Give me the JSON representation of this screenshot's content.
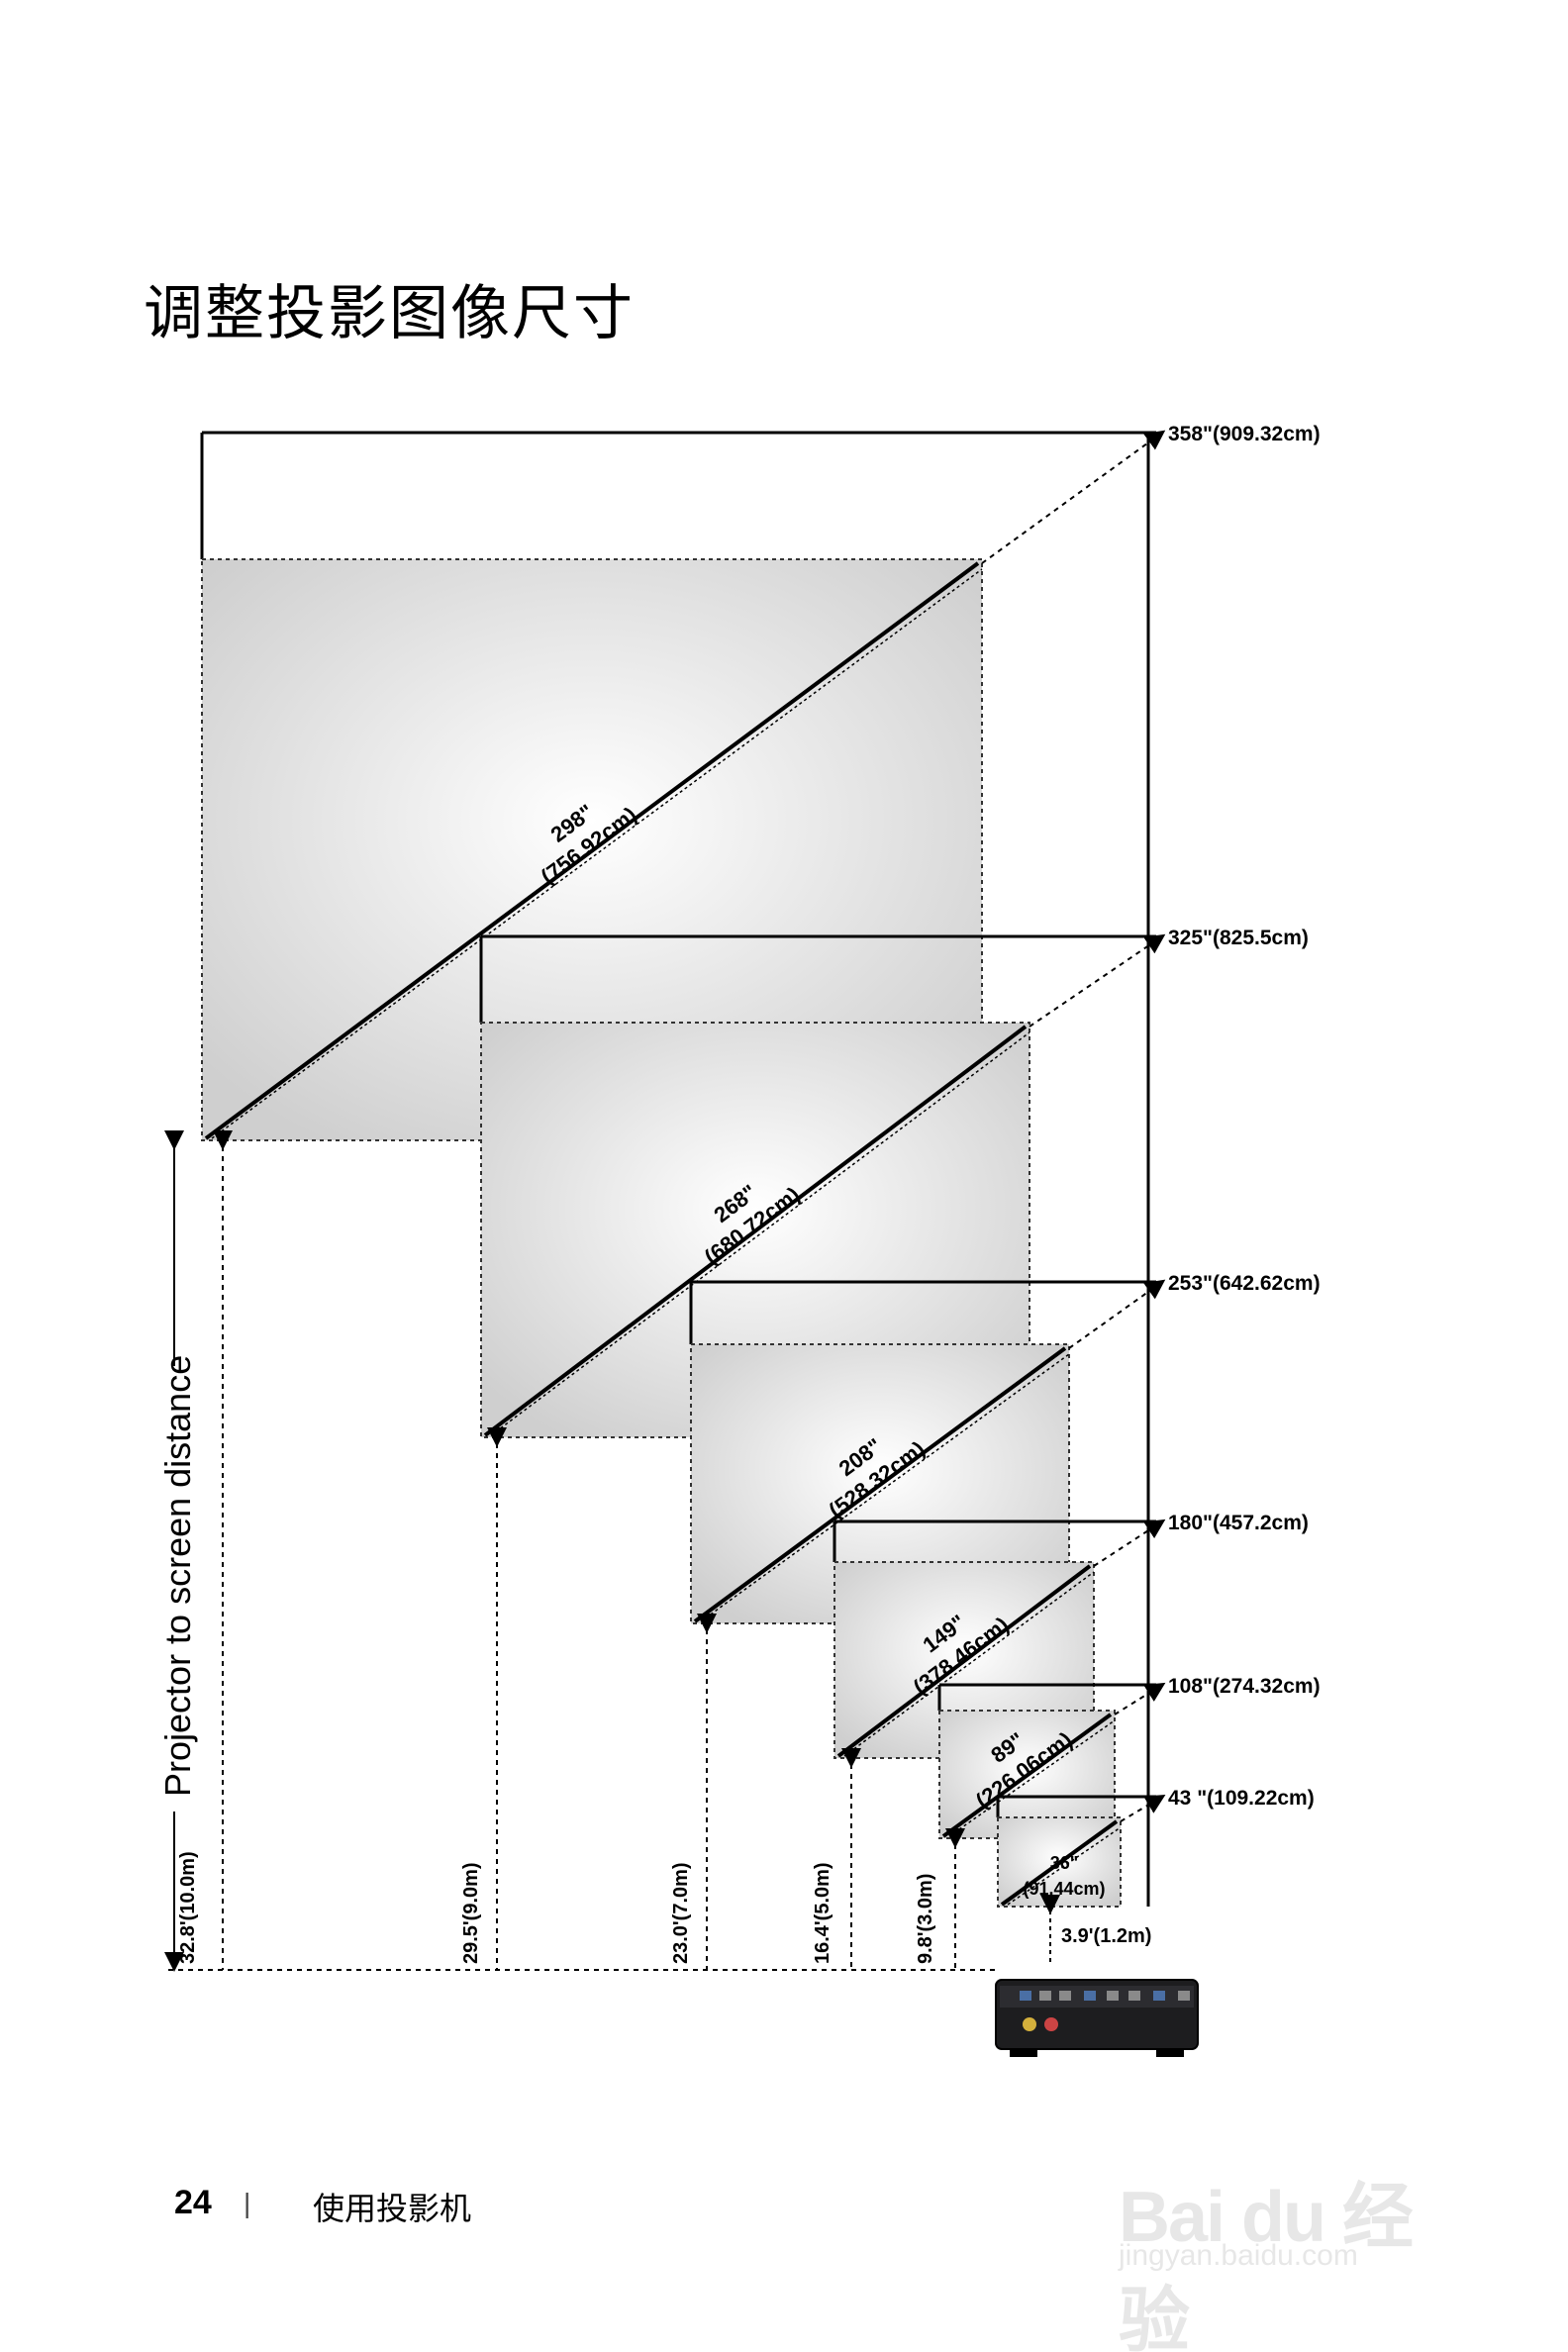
{
  "title": "调整投影图像尺寸",
  "axis_label": "Projector to screen distance",
  "screens": [
    {
      "diagonal": "298\"",
      "diagonal_cm": "(756.92cm)",
      "max": "358\"(909.32cm)",
      "distance": "32.8'(10.0m)"
    },
    {
      "diagonal": "268\"",
      "diagonal_cm": "(680.72cm)",
      "max": "325\"(825.5cm)",
      "distance": "29.5'(9.0m)"
    },
    {
      "diagonal": "208\"",
      "diagonal_cm": "(528.32cm)",
      "max": "253\"(642.62cm)",
      "distance": "23.0'(7.0m)"
    },
    {
      "diagonal": "149\"",
      "diagonal_cm": "(378.46cm)",
      "max": "180\"(457.2cm)",
      "distance": "16.4'(5.0m)"
    },
    {
      "diagonal": "89\"",
      "diagonal_cm": "(226.06cm)",
      "max": "108\"(274.32cm)",
      "distance": "9.8'(3.0m)"
    },
    {
      "diagonal": "36\"",
      "diagonal_cm": "(91.44cm)",
      "max": "43 \"(109.22cm)",
      "distance": "3.9'(1.2m)"
    }
  ],
  "footer": {
    "page_number": "24",
    "separator": "|",
    "section": "使用投影机"
  },
  "watermark": {
    "brand": "Bai du 经验",
    "url": "jingyan.baidu.com"
  },
  "colors": {
    "screen_fill": "#e4e4e4",
    "line": "#000000"
  }
}
